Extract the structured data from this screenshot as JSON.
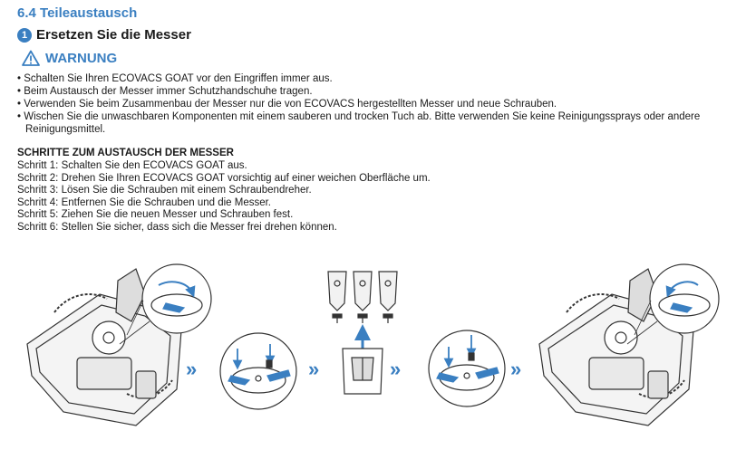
{
  "section": {
    "number_title": "6.4 Teileaustausch"
  },
  "subsection": {
    "number": "1",
    "title": "Ersetzen Sie die Messer"
  },
  "warning": {
    "label": "WARNUNG",
    "icon": "warning-triangle-icon",
    "items": [
      "• Schalten Sie Ihren ECOVACS GOAT vor den Eingriffen immer aus.",
      "• Beim Austausch der Messer immer Schutzhandschuhe tragen.",
      "• Verwenden Sie beim Zusammenbau der Messer nur die von ECOVACS hergestellten Messer und neue Schrauben.",
      "• Wischen Sie die unwaschbaren Komponenten mit einem sauberen und trocken Tuch ab.  Bitte verwenden Sie keine Reinigungssprays oder andere Reinigungsmittel."
    ]
  },
  "steps": {
    "heading": "SCHRITTE ZUM AUSTAUSCH DER MESSER",
    "items": [
      "Schritt 1: Schalten Sie den ECOVACS GOAT aus.",
      "Schritt 2: Drehen Sie Ihren ECOVACS GOAT vorsichtig auf einer weichen Oberfläche um.",
      "Schritt 3: Lösen Sie die Schrauben mit einem Schraubendreher.",
      "Schritt 4: Entfernen Sie die Schrauben und die Messer.",
      "Schritt 5: Ziehen Sie die neuen Messer und Schrauben fest.",
      "Schritt 6: Stellen Sie sicher, dass sich die Messer frei drehen können."
    ]
  },
  "colors": {
    "accent": "#3a7fc1",
    "text": "#1a1a1a",
    "line": "#333333"
  },
  "illustration": {
    "arrow_glyph": "»",
    "icons": [
      "mower-underside-icon",
      "blade-disc-icon",
      "new-blades-icon",
      "screwdriver-icon"
    ]
  }
}
